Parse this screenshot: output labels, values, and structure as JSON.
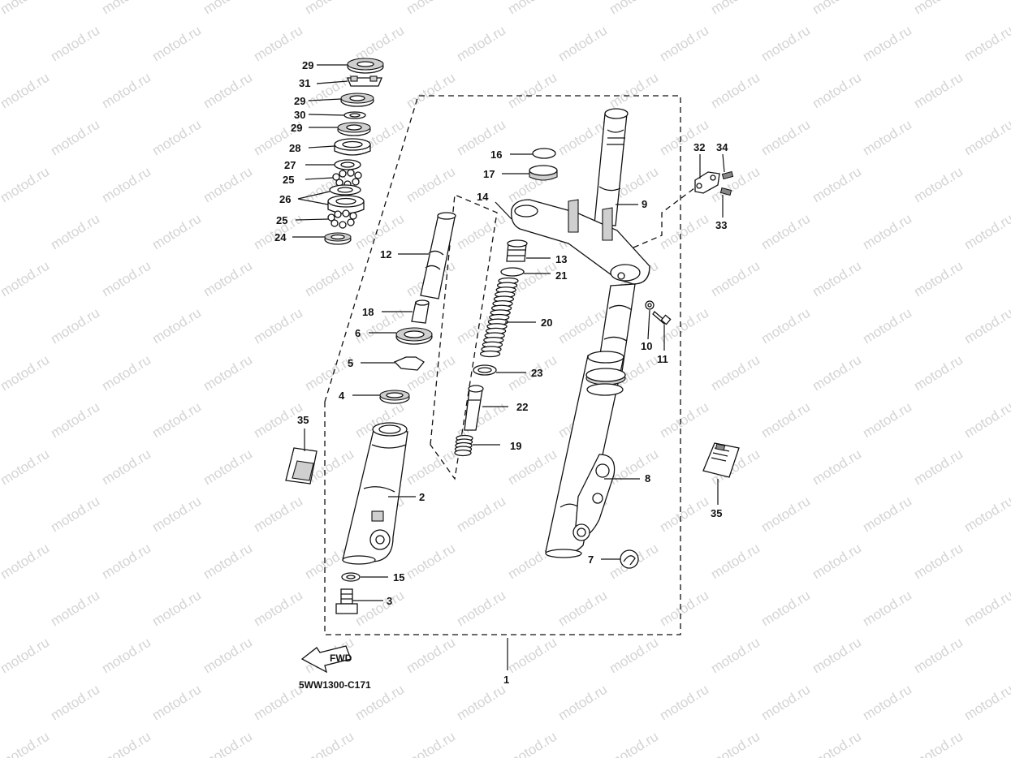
{
  "diagram": {
    "code": "5WW1300-C171",
    "fwd_label": "FWD",
    "watermark": "motod.ru",
    "callouts": {
      "c1": "1",
      "c2": "2",
      "c3": "3",
      "c4": "4",
      "c5": "5",
      "c6": "6",
      "c7": "7",
      "c8": "8",
      "c9": "9",
      "c10": "10",
      "c11": "11",
      "c12": "12",
      "c13": "13",
      "c14": "14",
      "c15": "15",
      "c16": "16",
      "c17": "17",
      "c18": "18",
      "c19": "19",
      "c20": "20",
      "c21": "21",
      "c22": "22",
      "c23": "23",
      "c24": "24",
      "c25a": "25",
      "c25b": "25",
      "c26": "26",
      "c27": "27",
      "c28": "28",
      "c29a": "29",
      "c29b": "29",
      "c29c": "29",
      "c30": "30",
      "c31": "31",
      "c32": "32",
      "c33": "33",
      "c34": "34",
      "c35a": "35",
      "c35b": "35"
    }
  }
}
